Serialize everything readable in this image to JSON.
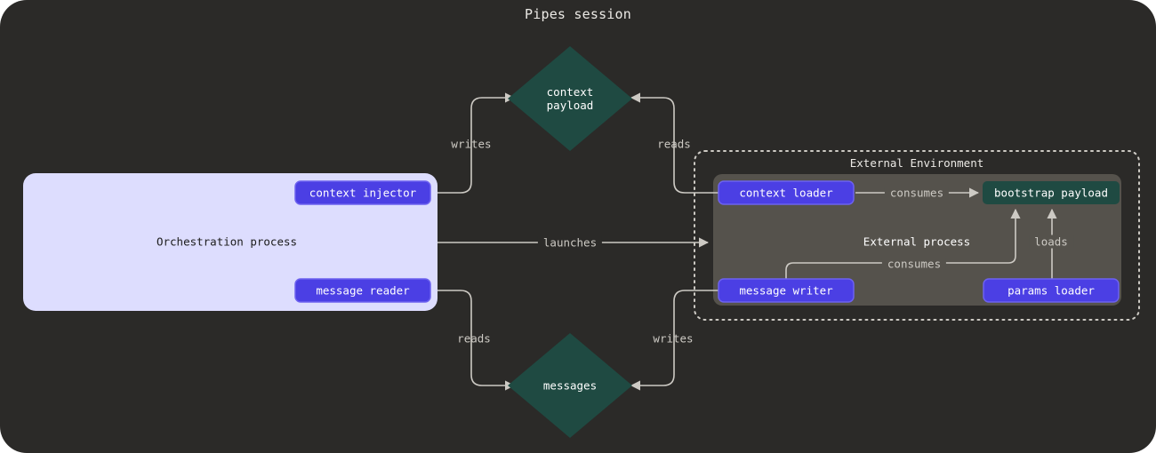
{
  "title": "Pipes session",
  "colors": {
    "canvas_bg": "#2b2a28",
    "orchestration_fill": "#ddddfe",
    "badge_fill": "#4b3fe4",
    "badge_stroke": "#6d62ef",
    "asset_fill": "#1f4a42",
    "external_process_fill": "#55524c",
    "edge_stroke": "#cdcac4",
    "text_light": "#ffffff",
    "text_dark": "#1b1b1b"
  },
  "orchestration": {
    "title": "Orchestration process",
    "badges": [
      {
        "label": "context injector",
        "name": "context-injector-badge"
      },
      {
        "label": "message reader",
        "name": "message-reader-badge"
      }
    ]
  },
  "assets": [
    {
      "label": "context payload",
      "lines": "context\npayload",
      "name": "context-payload-asset"
    },
    {
      "label": "messages",
      "lines": "messages",
      "name": "messages-asset"
    },
    {
      "label": "bootstrap payload",
      "lines": "bootstrap payload",
      "name": "bootstrap-payload-asset"
    }
  ],
  "external_environment": {
    "title": "External Environment",
    "process_title": "External process",
    "badges": [
      {
        "label": "context loader",
        "name": "context-loader-badge"
      },
      {
        "label": "message writer",
        "name": "message-writer-badge"
      },
      {
        "label": "params loader",
        "name": "params-loader-badge"
      }
    ]
  },
  "edges": [
    {
      "label": "writes",
      "from": "context injector",
      "to": "context payload",
      "name": "edge-writes-context"
    },
    {
      "label": "reads",
      "from": "context loader",
      "to": "context payload",
      "name": "edge-reads-context"
    },
    {
      "label": "launches",
      "from": "Orchestration process",
      "to": "External process",
      "name": "edge-launches"
    },
    {
      "label": "reads",
      "from": "message reader",
      "to": "messages",
      "name": "edge-reads-messages"
    },
    {
      "label": "writes",
      "from": "message writer",
      "to": "messages",
      "name": "edge-writes-messages"
    },
    {
      "label": "consumes",
      "from": "context loader",
      "to": "bootstrap payload",
      "name": "edge-consumes-context-loader"
    },
    {
      "label": "consumes",
      "from": "message writer",
      "to": "bootstrap payload",
      "name": "edge-consumes-message-writer"
    },
    {
      "label": "loads",
      "from": "params loader",
      "to": "bootstrap payload",
      "name": "edge-loads"
    }
  ]
}
